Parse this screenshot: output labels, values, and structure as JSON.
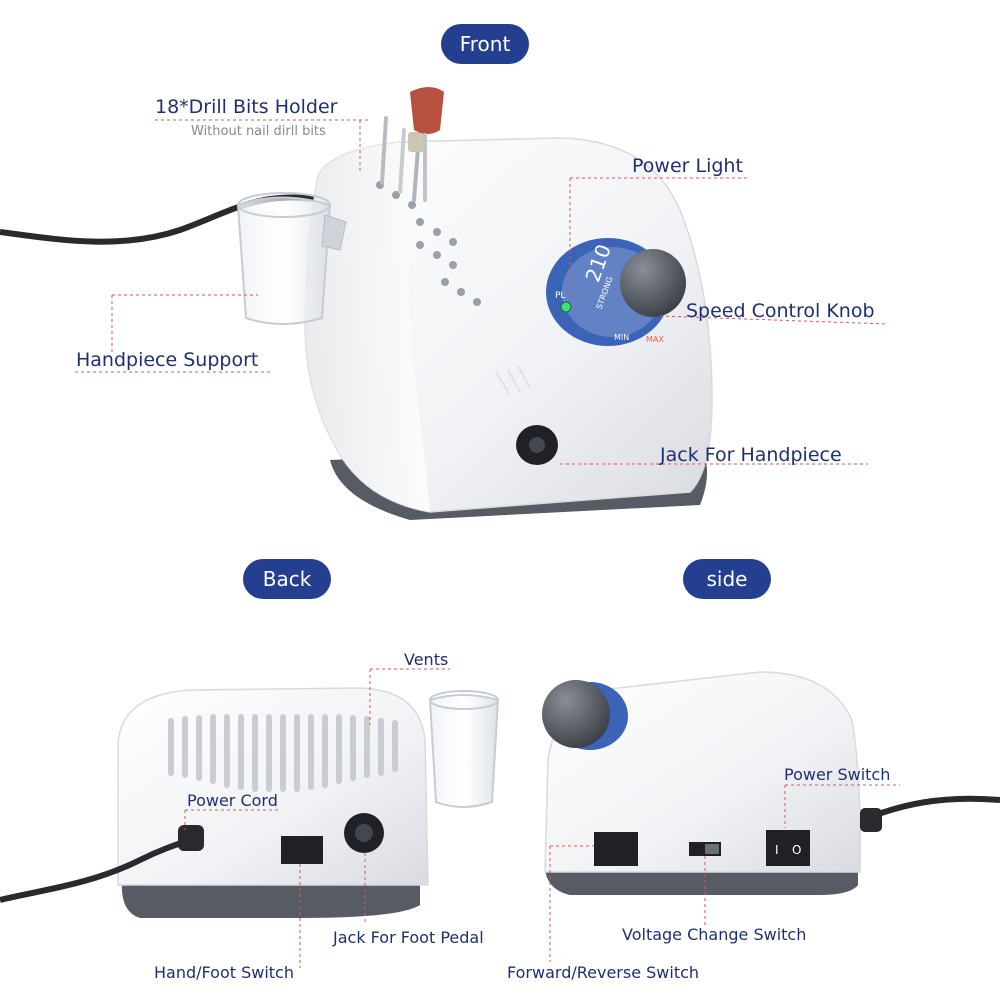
{
  "sections": {
    "front": "Front",
    "back": "Back",
    "side": "side"
  },
  "front_labels": {
    "drill_bits_holder": "18*Drill Bits Holder",
    "drill_bits_note": "Without nail dirll bits",
    "power_light": "Power Light",
    "speed_control_knob": "Speed Control Knob",
    "handpiece_support": "Handpiece Support",
    "jack_for_handpiece": "Jack For Handpiece"
  },
  "back_labels": {
    "vents": "Vents",
    "power_cord": "Power Cord",
    "jack_for_foot_pedal": "Jack For Foot Pedal",
    "hand_foot_switch": "Hand/Foot Switch"
  },
  "side_labels": {
    "power_switch": "Power Switch",
    "voltage_change_switch": "Voltage Change Switch",
    "forward_reverse_switch": "Forward/Reverse Switch"
  },
  "dial_text": {
    "model": "210",
    "strong": "STRONG",
    "min": "MIN",
    "max": "MAX",
    "pl": "PL"
  },
  "colors": {
    "pill_bg": "#243f8f",
    "label_text": "#1f2f73",
    "leader_line": "#d25a5a",
    "dial_blue": "#3b63b8",
    "body_white": "#f4f4f6",
    "base_gray": "#555a63"
  }
}
